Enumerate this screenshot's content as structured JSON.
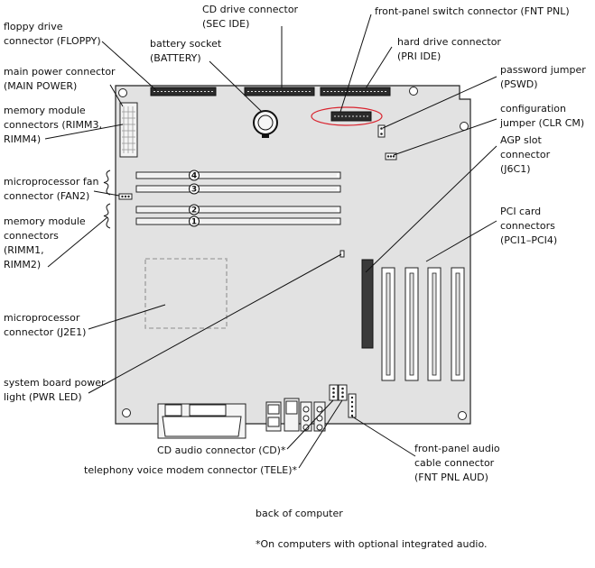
{
  "labels": {
    "floppy": [
      "floppy drive",
      "connector (FLOPPY)"
    ],
    "main_power": [
      "main power connector",
      "(MAIN POWER)"
    ],
    "rimm34": [
      "memory module",
      "connectors (RIMM3,",
      "RIMM4)"
    ],
    "fan": [
      "microprocessor fan",
      "connector (FAN2)"
    ],
    "rimm12": [
      "memory module",
      "connectors",
      "(RIMM1,",
      "RIMM2)"
    ],
    "cpu": [
      "microprocessor",
      "connector (J2E1)"
    ],
    "pwr_led": [
      "system board power",
      "light (PWR LED)"
    ],
    "battery": [
      "battery socket",
      "(BATTERY)"
    ],
    "cd_drive": [
      "CD drive connector",
      "(SEC IDE)"
    ],
    "fnt_pnl": [
      "front-panel switch connector (FNT PNL)"
    ],
    "hdd": [
      "hard drive connector",
      "(PRI IDE)"
    ],
    "pswd": [
      "password jumper",
      "(PSWD)"
    ],
    "clr_cm": [
      "configuration",
      "jumper (CLR CM)"
    ],
    "agp": [
      "AGP slot",
      "connector",
      "(J6C1)"
    ],
    "pci": [
      "PCI card",
      "connectors",
      "(PCI1–PCI4)"
    ],
    "cd_audio": [
      "CD audio connector (CD)*"
    ],
    "tele": [
      "telephony voice modem connector (TELE)*"
    ],
    "fnt_pnl_aud": [
      "front-panel audio",
      "cable connector",
      "(FNT PNL AUD)"
    ]
  },
  "rimm_numbers": [
    "4",
    "3",
    "2",
    "1"
  ],
  "back_label": "back of computer",
  "footnote": "*On computers with optional integrated audio.",
  "colors": {
    "highlight": "#d9232e",
    "board": "#e2e2e2"
  }
}
